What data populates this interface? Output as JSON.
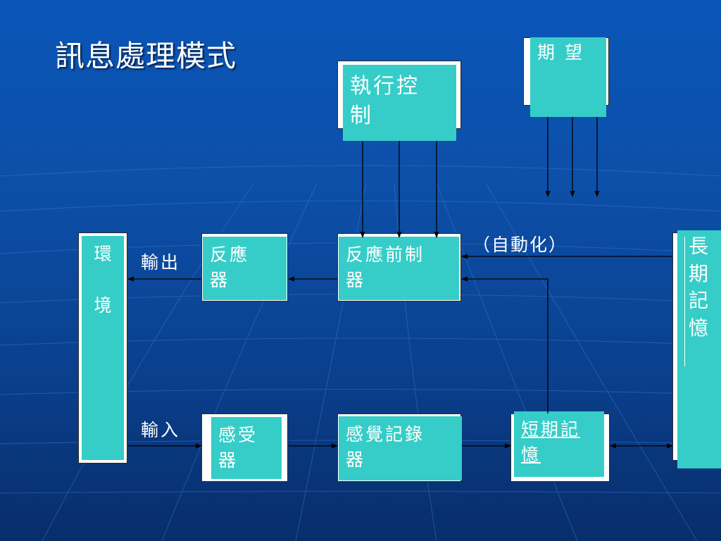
{
  "title": "訊息處理模式",
  "boxes": {
    "environment": "環\n\n境",
    "expectation": "期 望",
    "executive_control": "執行控\n制",
    "effector": "反應\n器",
    "response_generator": "反應前制\n器",
    "long_term_memory": "長\n期\n記\n憶",
    "receptor": "感受\n器",
    "sensory_register": "感覺記錄\n器",
    "short_term_memory": "短期記\n憶"
  },
  "labels": {
    "output": "輸出",
    "input": "輸入",
    "automation": "（自動化）"
  },
  "colors": {
    "box_fill": "#36cdc8",
    "background": "#0b4ea6",
    "line": "#000000"
  }
}
